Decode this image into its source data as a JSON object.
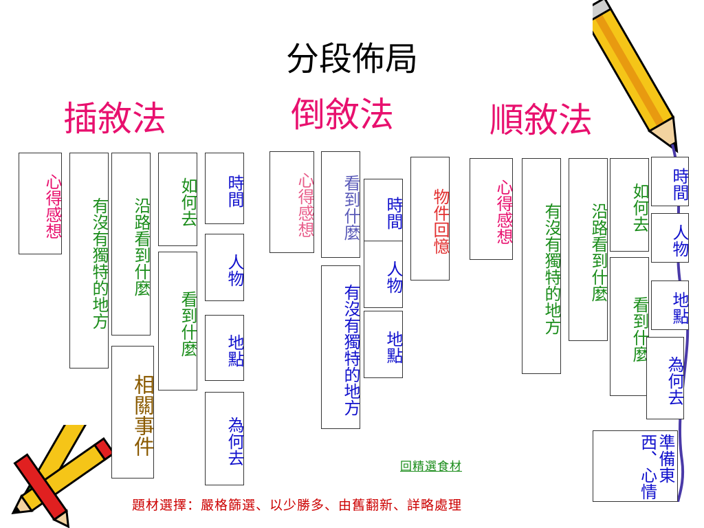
{
  "title": "分段佈局",
  "sections": {
    "insert": {
      "heading": "插敘法"
    },
    "flashback": {
      "heading": "倒敘法"
    },
    "sequential": {
      "heading": "順敘法"
    }
  },
  "boxes": {
    "insert": {
      "feeling": "心得感想",
      "special": "有沒有獨特的地方",
      "along": "沿路看到什麼",
      "how": "如何去",
      "saw": "看到什麼",
      "related": "相關事件",
      "time": "時間",
      "people": "人物",
      "place": "地點",
      "why": "為何去"
    },
    "flashback": {
      "feeling": "心得感想",
      "saw": "看到什麼",
      "special": "有沒有獨特的地方",
      "time": "時間",
      "people": "人物",
      "place": "地點",
      "memory": "物件回憶"
    },
    "sequential": {
      "feeling": "心得感想",
      "special": "有沒有獨特的地方",
      "along": "沿路看到什麼",
      "how": "如何去",
      "saw": "看到什麼",
      "time": "時間",
      "people": "人物",
      "place": "地點",
      "why": "為何去",
      "prepare": "準備東西、心情"
    }
  },
  "link_text": "回精選食材",
  "footer": "題材選擇：嚴格篩選、以少勝多、由舊翻新、詳略處理",
  "colors": {
    "heading": "#e8106e",
    "green": "#1a8c1a",
    "blue": "#1010cc",
    "footer": "#cc0000"
  },
  "icons": [
    "pencil-icon"
  ]
}
